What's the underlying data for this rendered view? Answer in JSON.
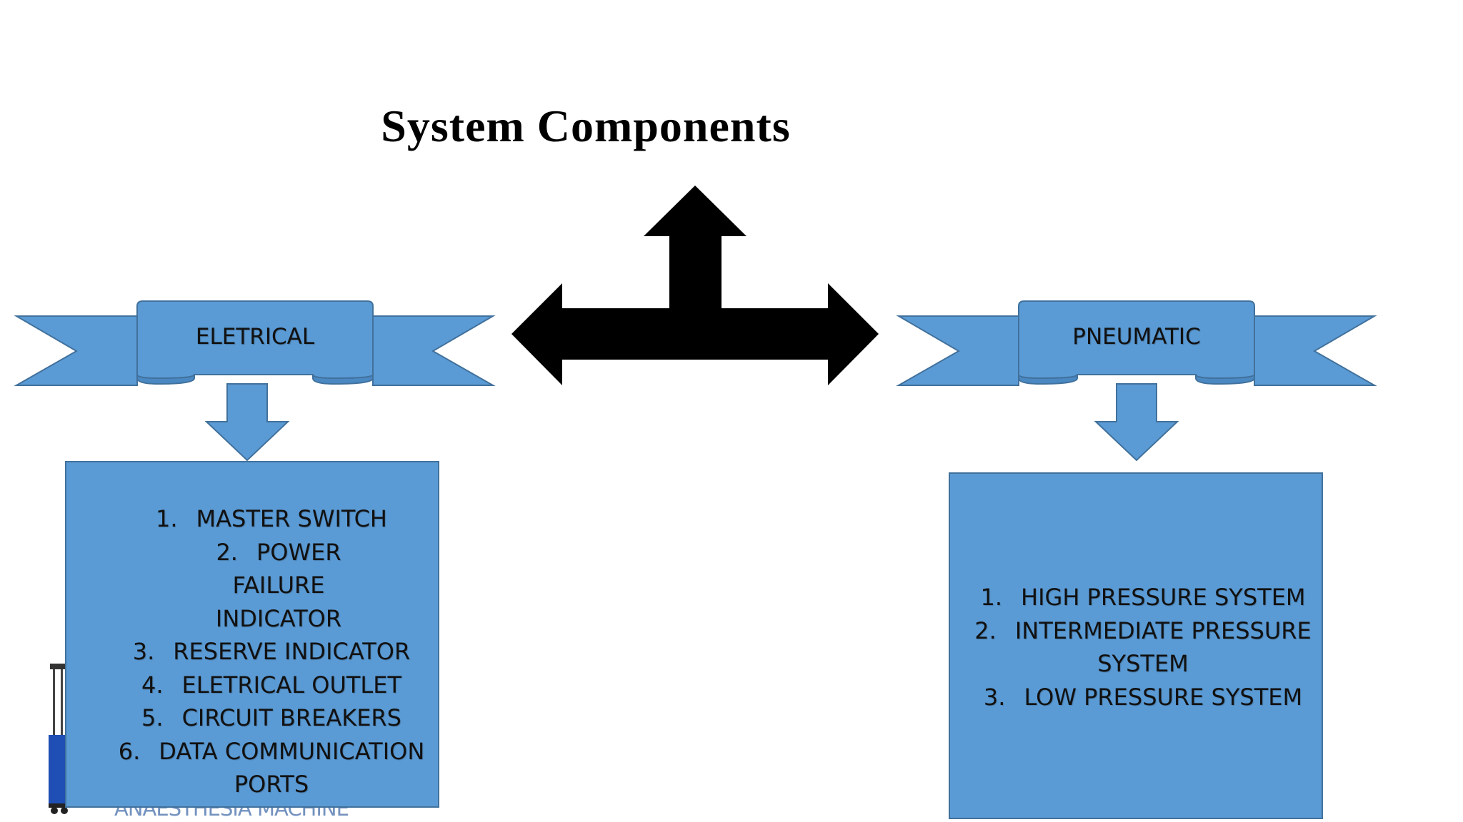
{
  "title": "System Components",
  "colors": {
    "shape_fill": "#5b9bd5",
    "shape_stroke": "#41719c",
    "arrow_fill": "#000000",
    "text": "#111111"
  },
  "branches": {
    "left": {
      "label": "ELETRICAL",
      "items": [
        {
          "num": "1.",
          "text": "MASTER SWITCH"
        },
        {
          "num": "2.",
          "text": "POWER FAILURE INDICATOR"
        },
        {
          "num": "3.",
          "text": "RESERVE INDICATOR"
        },
        {
          "num": "4.",
          "text": "ELETRICAL OUTLET"
        },
        {
          "num": "5.",
          "text": "CIRCUIT BREAKERS"
        },
        {
          "num": "6.",
          "text": "DATA COMMUNICATION PORTS"
        }
      ]
    },
    "right": {
      "label": "PNEUMATIC",
      "items": [
        {
          "num": "1.",
          "text": "HIGH PRESSURE SYSTEM"
        },
        {
          "num": "2.",
          "text": "INTERMEDIATE PRESSURE SYSTEM"
        },
        {
          "num": "3.",
          "text": "LOW PRESSURE SYSTEM"
        }
      ]
    }
  },
  "background_caption": "ANAESTHESIA MACHINE",
  "icons": {
    "central_arrow": "three-way-arrow-icon",
    "down_arrow": "down-arrow-icon",
    "banner": "ribbon-banner-shape"
  }
}
